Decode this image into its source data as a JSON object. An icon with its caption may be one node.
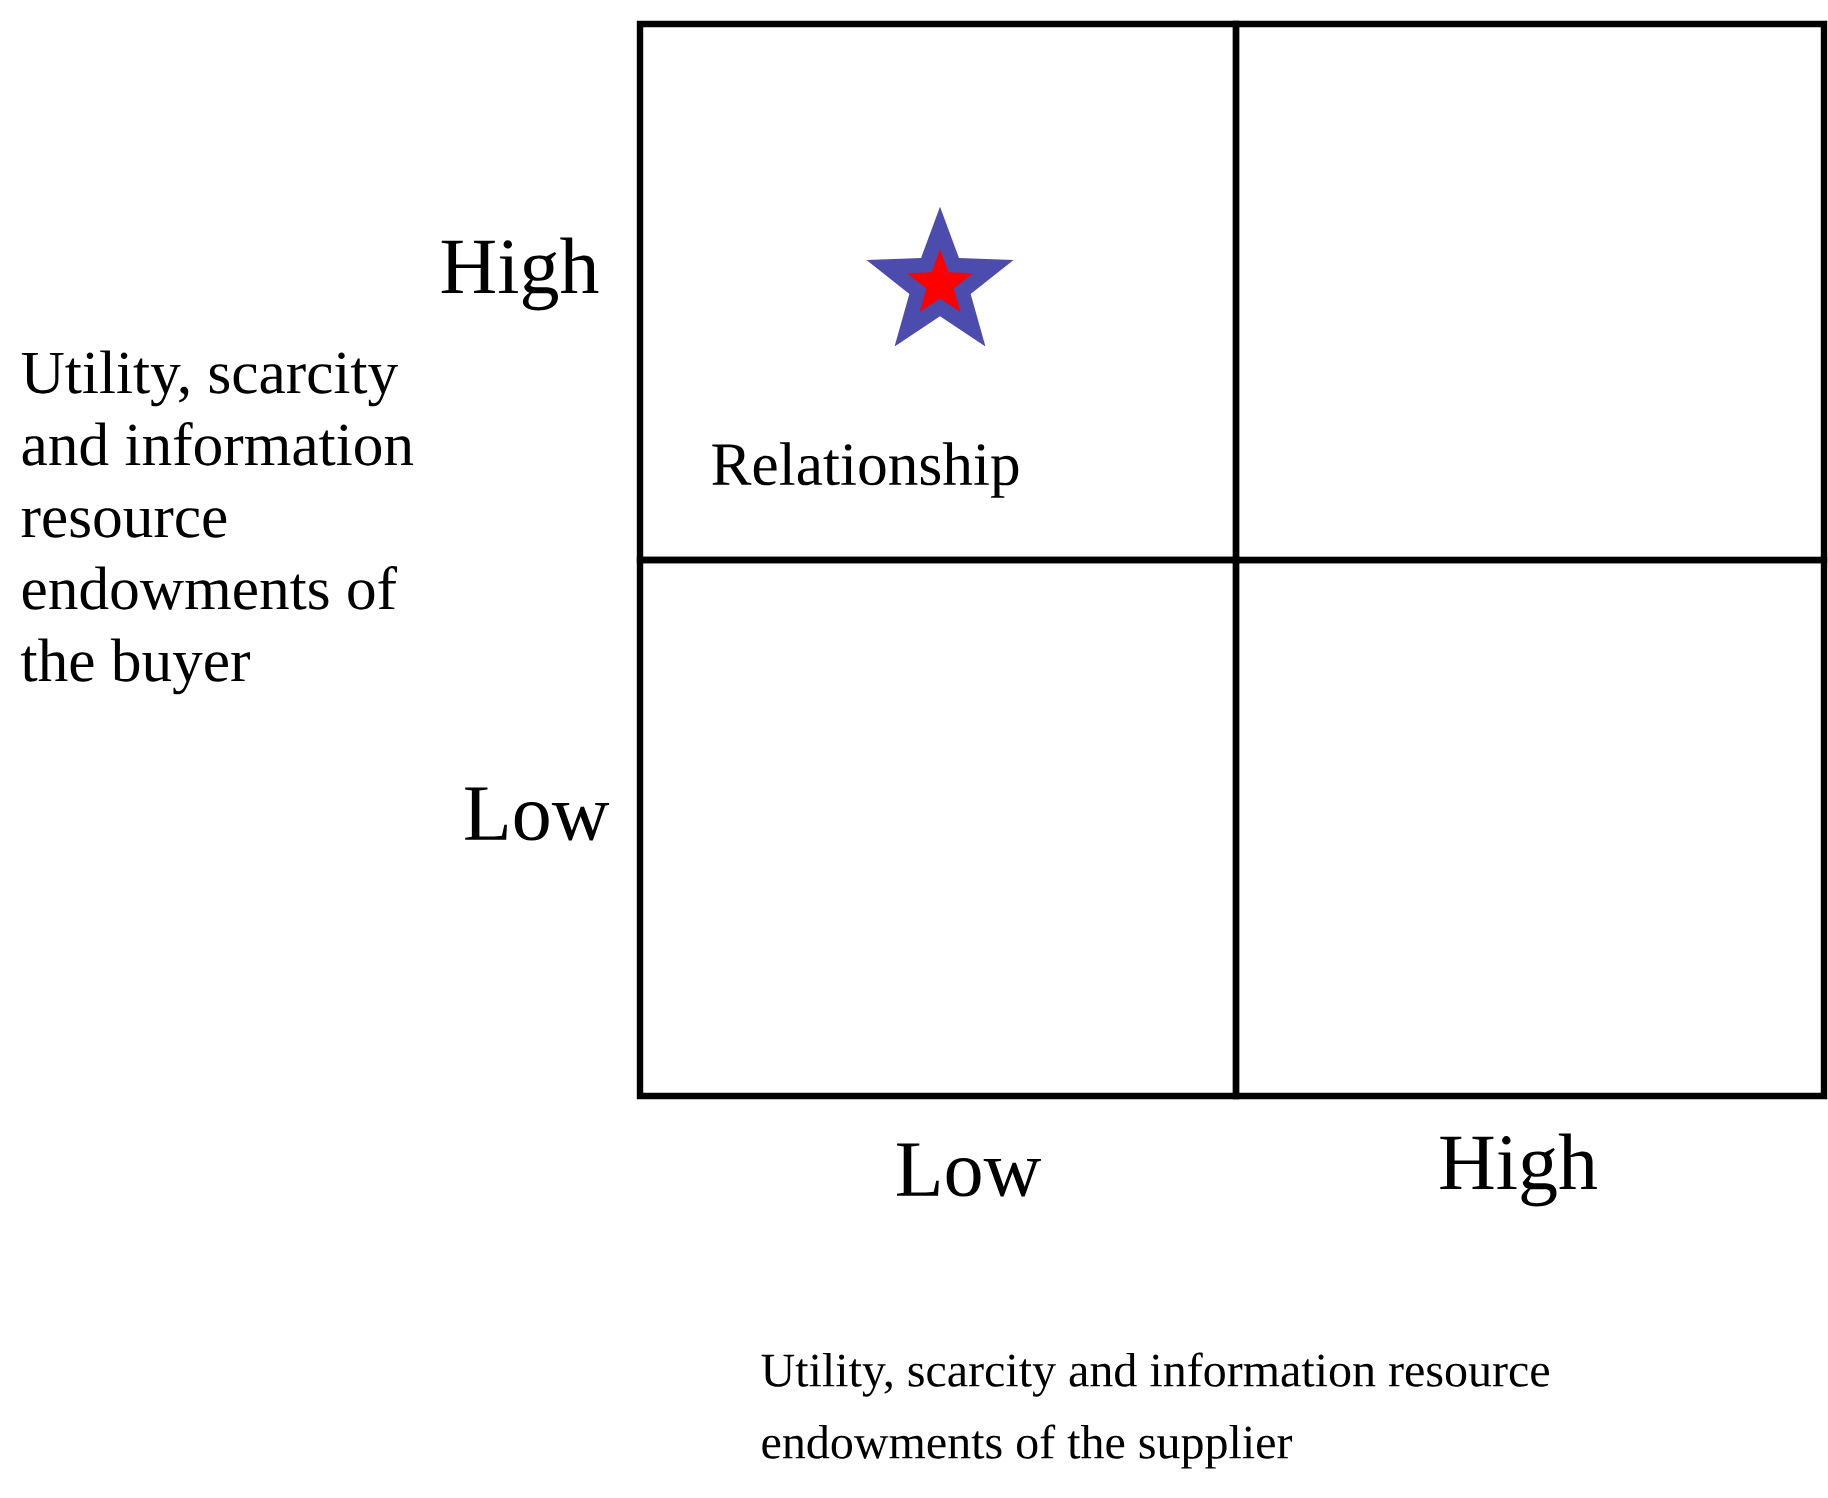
{
  "diagram": {
    "nodes": [
      {
        "text": [
          "Relationship"
        ]
      },
      {
        "text": [],
        "shape": "box"
      },
      {
        "text": [],
        "shape": "box"
      },
      {
        "text": [],
        "shape": "box"
      }
    ],
    "labels": [
      "High",
      "Utility, scarcity and information resource endowments of the buyer",
      "Low",
      "Low",
      "High",
      "Utility, scarcity and information resource endowments of the supplier"
    ]
  }
}
